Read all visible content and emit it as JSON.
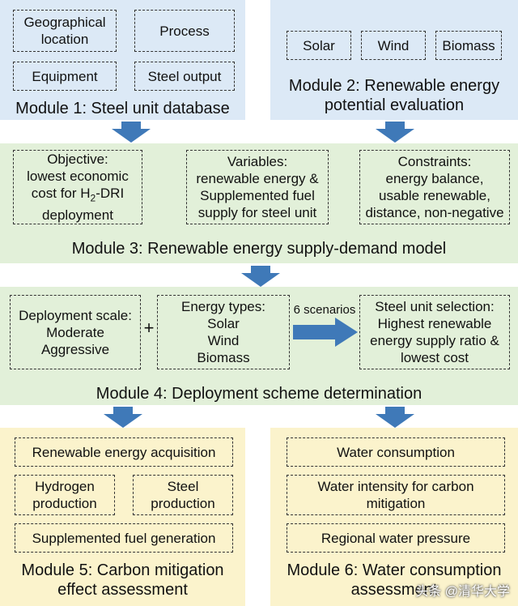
{
  "colors": {
    "blue_panel": "#dce9f6",
    "green_panel": "#e2f0d9",
    "yellow_panel": "#fbf3cc",
    "arrow": "#3f79b8"
  },
  "module1": {
    "title": "Module 1: Steel unit database",
    "items": [
      "Geographical\nlocation",
      "Process",
      "Equipment",
      "Steel output"
    ]
  },
  "module2": {
    "title": "Module 2: Renewable energy\npotential evaluation",
    "items": [
      "Solar",
      "Wind",
      "Biomass"
    ]
  },
  "module3": {
    "title": "Module 3: Renewable energy supply-demand model",
    "objective_pre": "Objective:\nlowest economic\ncost for H",
    "objective_sub": "2",
    "objective_post": "-DRI\ndeployment",
    "variables": "Variables:\nrenewable energy &\nSupplemented fuel\nsupply for steel unit",
    "constraints": "Constraints:\nenergy balance,\nusable renewable,\ndistance, non-negative"
  },
  "module4": {
    "title": "Module 4: Deployment scheme determination",
    "scale": "Deployment scale:\nModerate\nAggressive",
    "plus": "+",
    "types": "Energy types:\nSolar\nWind\nBiomass",
    "arrow_label": "6 scenarios",
    "selection": "Steel unit selection:\nHighest renewable\nenergy supply ratio &\nlowest cost"
  },
  "module5": {
    "title": "Module 5: Carbon mitigation\neffect assessment",
    "acquisition": "Renewable energy acquisition",
    "hydrogen": "Hydrogen\nproduction",
    "steel": "Steel\nproduction",
    "fuel": "Supplemented fuel generation"
  },
  "module6": {
    "title": "Module 6: Water consumption\nassessment",
    "consumption": "Water consumption",
    "intensity": "Water intensity for carbon\nmitigation",
    "pressure": "Regional water pressure"
  },
  "watermark": "头条 @清华大学"
}
